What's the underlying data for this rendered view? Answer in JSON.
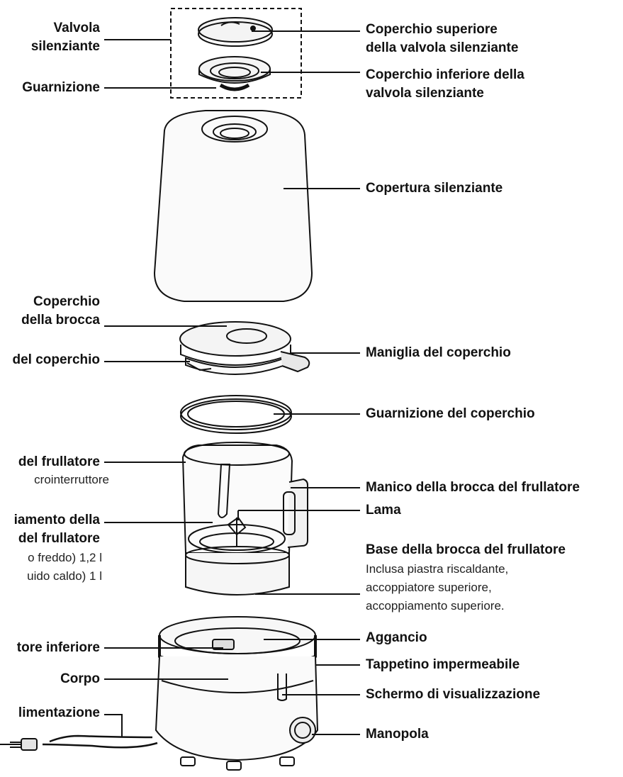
{
  "labels_left": {
    "valve_1": "Valvola",
    "valve_2": "silenziante",
    "gasket": "Guarnizione",
    "jar_lid_1": "Coperchio",
    "jar_lid_2": "della brocca",
    "lid_tab": "del coperchio",
    "jar_1": "del frullatore",
    "jar_sub": "crointerruttore",
    "coupling_1": "iamento della",
    "coupling_2": "del frullatore",
    "cap_cold": "o freddo) 1,2 l",
    "cap_hot": "uido caldo) 1 l",
    "lower_coupler": "tore inferiore",
    "body": "Corpo",
    "power": "limentazione"
  },
  "labels_right": {
    "valve_top_1": "Coperchio superiore",
    "valve_top_2": "della valvola silenziante",
    "valve_bottom_1": "Coperchio inferiore della",
    "valve_bottom_2": "valvola silenziante",
    "sound_cover": "Copertura silenziante",
    "lid_handle": "Maniglia del coperchio",
    "lid_gasket": "Guarnizione del coperchio",
    "jar_handle": "Manico della brocca del frullatore",
    "blade": "Lama",
    "jar_base": "Base della brocca del frullatore",
    "jar_base_sub1": "Inclusa piastra riscaldante,",
    "jar_base_sub2": "accoppiatore superiore,",
    "jar_base_sub3": "accoppiamento superiore.",
    "latch": "Aggancio",
    "mat": "Tappetino impermeabile",
    "display": "Schermo di visualizzazione",
    "knob": "Manopola"
  }
}
